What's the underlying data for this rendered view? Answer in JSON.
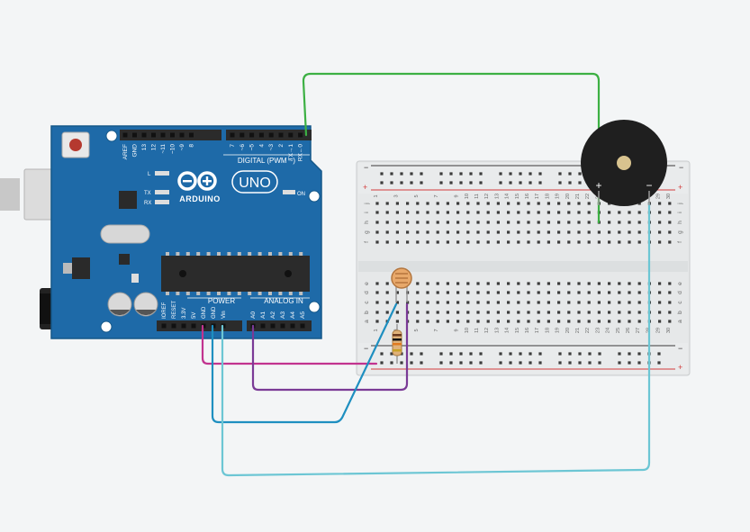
{
  "board": {
    "brand": "ARDUINO",
    "model": "UNO",
    "digital_header_label": "DIGITAL (PWM ~)",
    "digital_pins": [
      "AREF",
      "GND",
      "13",
      "12",
      "~11",
      "~10",
      "~9",
      "8",
      "7",
      "~6",
      "~5",
      "4",
      "~3",
      "2",
      "TX→1",
      "RX←0"
    ],
    "led_labels": {
      "l": "L",
      "tx": "TX",
      "rx": "RX",
      "on": "ON"
    },
    "power_label": "POWER",
    "power_pins": [
      "IOREF",
      "RESET",
      "3.3V",
      "5V",
      "GND",
      "GND",
      "Vin"
    ],
    "analog_label": "ANALOG IN",
    "analog_pins": [
      "A0",
      "A1",
      "A2",
      "A3",
      "A4",
      "A5"
    ],
    "colors": {
      "pcb": "#1e6aa8",
      "pcb_dark": "#155889",
      "header": "#2b2b2b",
      "silk": "#ffffff"
    }
  },
  "breadboard": {
    "columns": [
      "1",
      "",
      "3",
      "",
      "5",
      "",
      "7",
      "",
      "9",
      "10",
      "11",
      "12",
      "13",
      "14",
      "15",
      "16",
      "17",
      "18",
      "19",
      "20",
      "21",
      "22",
      "23",
      "24",
      "25",
      "26",
      "27",
      "28",
      "29",
      "30"
    ],
    "rows_top": [
      "j",
      "i",
      "h",
      "g",
      "f"
    ],
    "rows_bottom": [
      "e",
      "d",
      "c",
      "b",
      "a"
    ],
    "rail_plus": "+",
    "rail_minus": "−"
  },
  "buzzer": {
    "plus": "+",
    "minus": "−"
  },
  "wire_colors": {
    "green": "#3cb043",
    "magenta": "#c2338f",
    "purple": "#7a3a96",
    "blue": "#1e8fc0",
    "cyan": "#6cc6d4"
  }
}
